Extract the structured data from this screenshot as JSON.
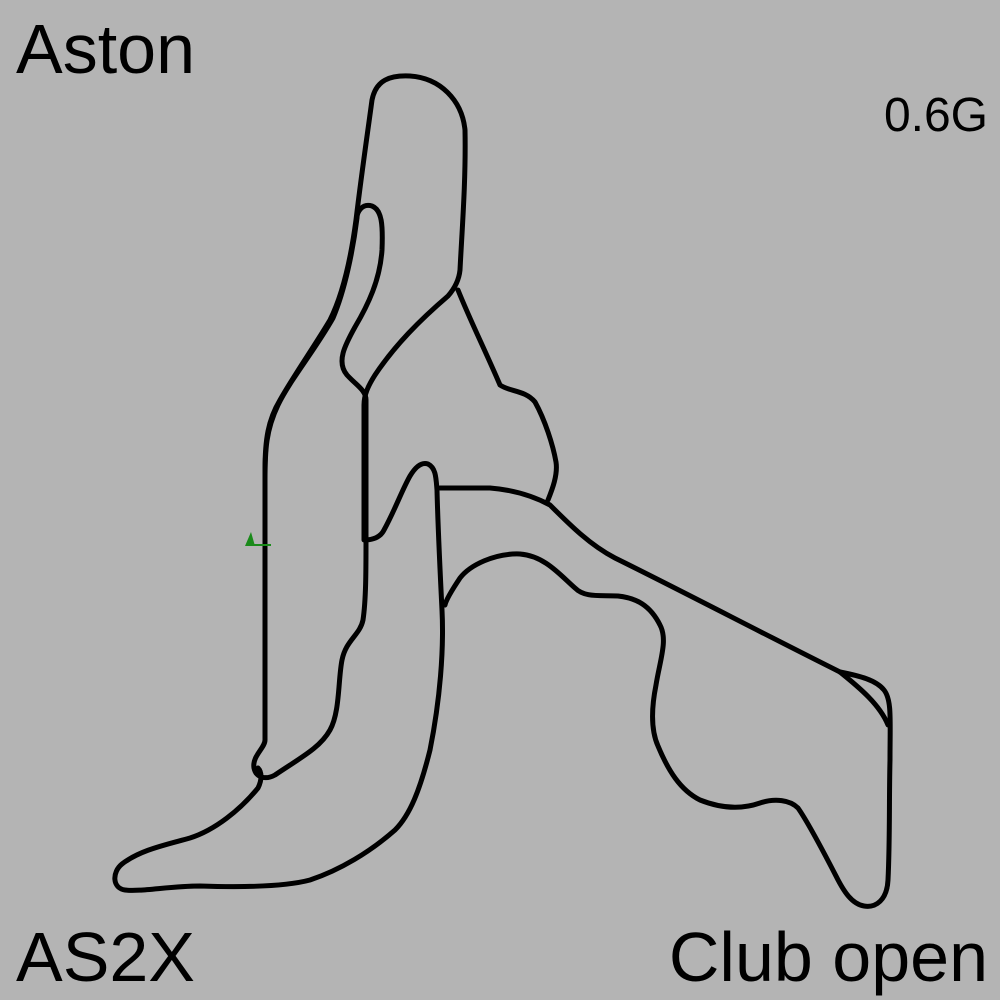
{
  "track": {
    "name": "Aston",
    "layout_code": "AS2X",
    "layout_name": "Club open",
    "grip": "0.6G"
  },
  "colors": {
    "background": "#b4b4b4",
    "track_line": "#000000",
    "start_marker": "#1a8a1a"
  },
  "icons": {
    "start_marker": "start-position-marker-icon"
  }
}
